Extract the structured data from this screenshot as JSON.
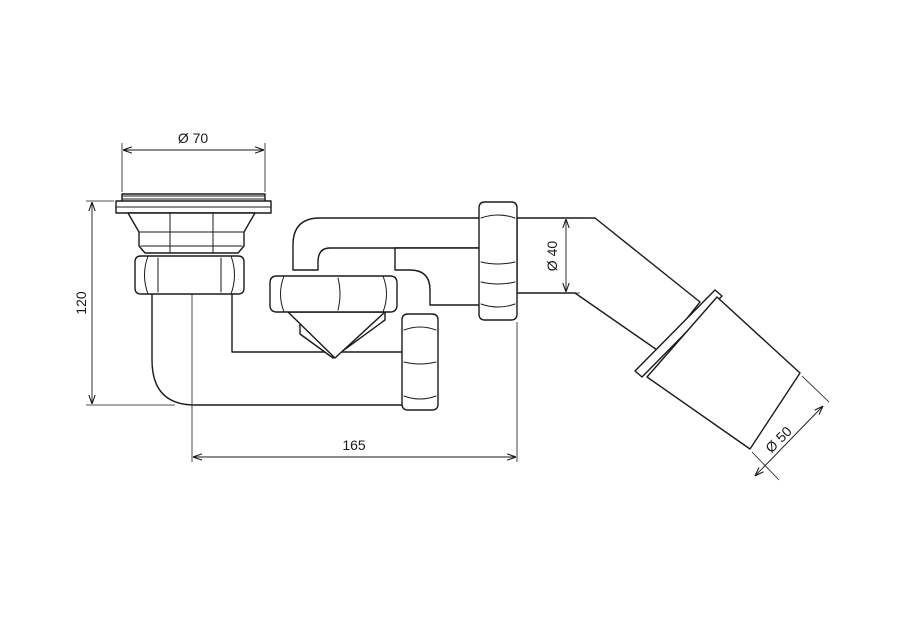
{
  "dimensions": {
    "flange_diameter": "Ø 70",
    "pipe_diameter": "Ø 40",
    "outlet_diameter": "Ø 50",
    "height": "120",
    "length": "165"
  }
}
